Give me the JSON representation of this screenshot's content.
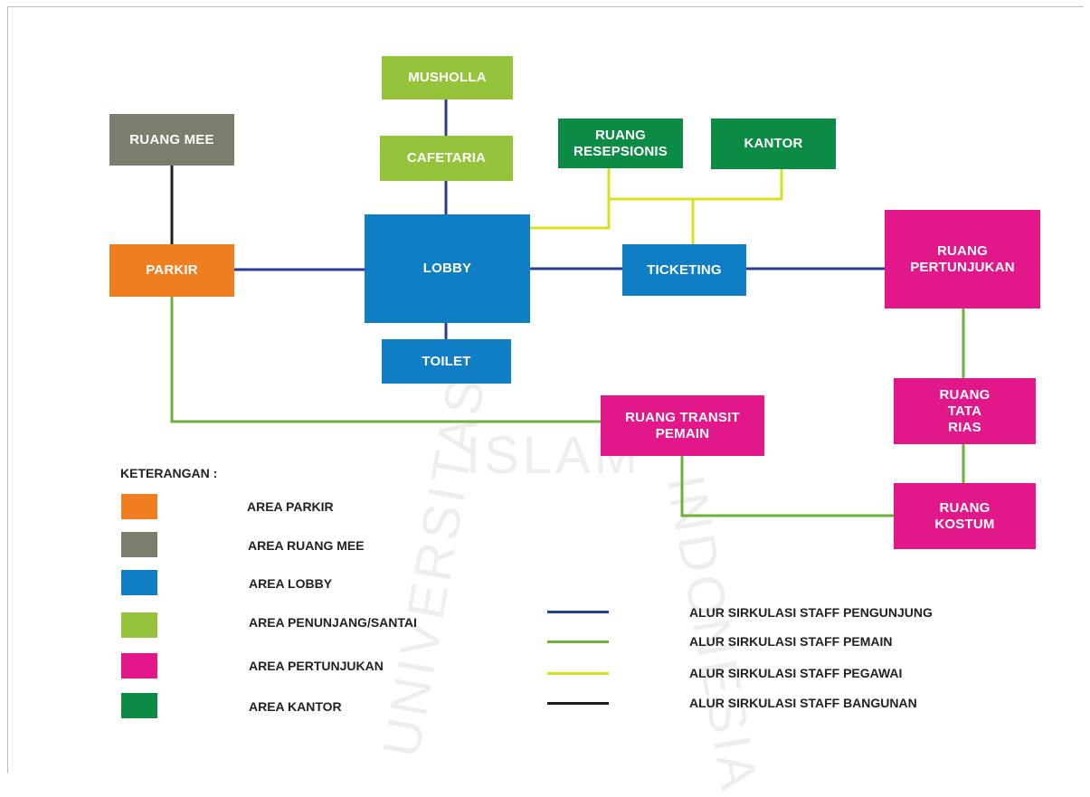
{
  "colors": {
    "parkir": "#f07d1f",
    "mee": "#7c7d6d",
    "lobby": "#0f7ec4",
    "penunjang": "#95c43c",
    "pertunjukan": "#e2178a",
    "kantor": "#0b8b43",
    "line_pengunjung": "#283d96",
    "line_pemain": "#6cb23a",
    "line_pegawai": "#d7e020",
    "line_bangunan": "#1e1e1e"
  },
  "nodes": {
    "musholla": "MUSHOLLA",
    "cafetaria": "CAFETARIA",
    "ruang_mee": "RUANG MEE",
    "parkir": "PARKIR",
    "lobby": "LOBBY",
    "toilet": "TOILET",
    "ruang_resepsionis": "RUANG\nRESEPSIONIS",
    "kantor": "KANTOR",
    "ticketing": "TICKETING",
    "ruang_pertunjukan": "RUANG\nPERTUNJUKAN",
    "ruang_transit": "RUANG TRANSIT\nPEMAIN",
    "ruang_tata_rias": "RUANG\nTATA\nRIAS",
    "ruang_kostum": "RUANG\nKOSTUM"
  },
  "legend": {
    "title": "KETERANGAN :",
    "areas": [
      {
        "label": "AREA PARKIR",
        "color": "#f07d1f"
      },
      {
        "label": "AREA RUANG MEE",
        "color": "#7c7d6d"
      },
      {
        "label": "AREA LOBBY",
        "color": "#0f7ec4"
      },
      {
        "label": "AREA PENUNJANG/SANTAI",
        "color": "#95c43c"
      },
      {
        "label": "AREA PERTUNJUKAN",
        "color": "#e2178a"
      },
      {
        "label": "AREA KANTOR",
        "color": "#0b8b43"
      }
    ],
    "lines": [
      {
        "label": "ALUR SIRKULASI STAFF PENGUNJUNG",
        "color": "#283d96"
      },
      {
        "label": "ALUR SIRKULASI STAFF PEMAIN",
        "color": "#6cb23a"
      },
      {
        "label": "ALUR SIRKULASI STAFF PEGAWAI",
        "color": "#d7e020"
      },
      {
        "label": "ALUR SIRKULASI STAFF BANGUNAN",
        "color": "#1e1e1e"
      }
    ]
  },
  "watermark": {
    "islam": "ISLAM",
    "indonesia": "INDONESIA",
    "universitas": "UNIVERSITAS"
  }
}
